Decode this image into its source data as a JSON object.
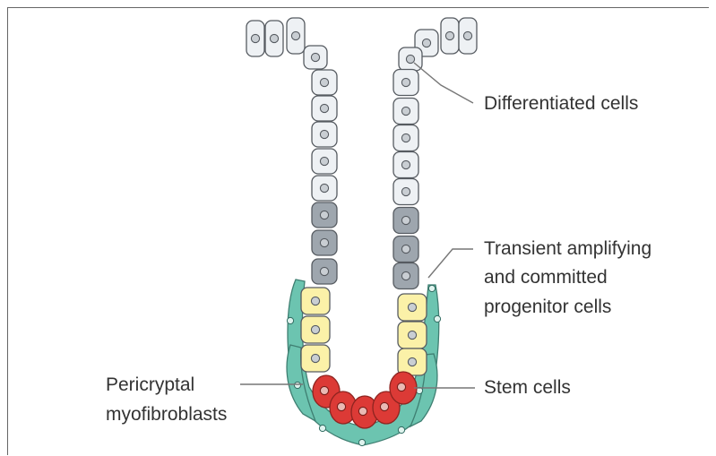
{
  "labels": {
    "differentiated": "Differentiated cells",
    "transient_1": "Transient amplifying",
    "transient_2": "and committed",
    "transient_3": "progenitor cells",
    "stem": "Stem cells",
    "pericryptal_1": "Pericryptal",
    "pericryptal_2": "myofibroblasts"
  },
  "colors": {
    "differentiated": "#eef1f4",
    "transient": "#9ea6ae",
    "progenitor": "#fbf1a8",
    "stem": "#dc3a36",
    "myofibroblast": "#6cc4b0",
    "outline": "#565b61"
  }
}
